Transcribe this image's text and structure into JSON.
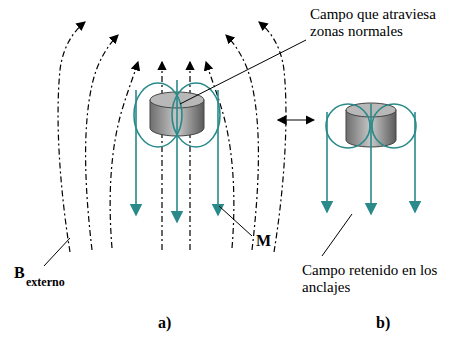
{
  "diagram": {
    "labels": [
      "Campo que atraviesa zonas normales",
      "B",
      "externo",
      "M",
      "Campo retenido en los anclajes",
      "a)",
      "b)"
    ]
  }
}
